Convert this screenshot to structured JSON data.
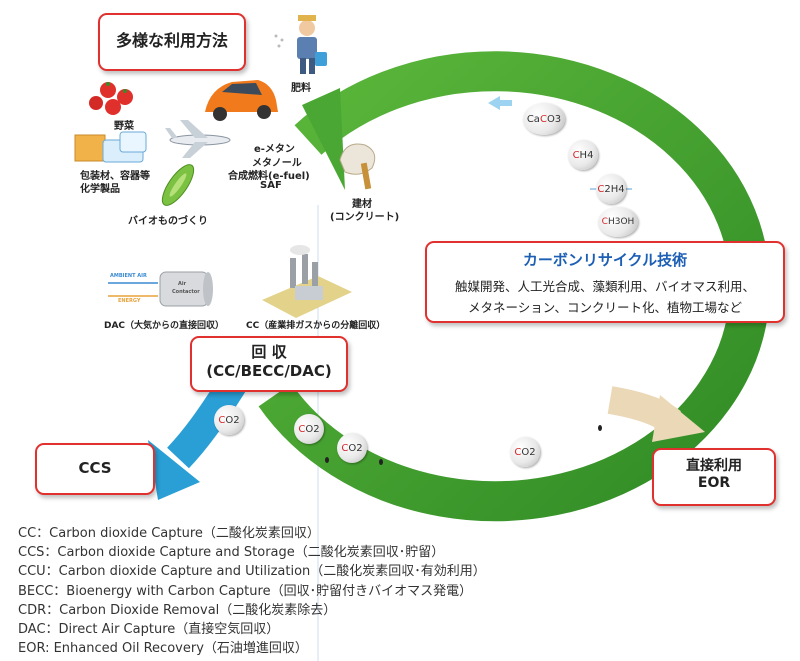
{
  "boxes": {
    "uses_title": "多様な利用方法",
    "recycle_title": "カーボンリサイクル技術",
    "recycle_line1": "触媒開発、人工光合成、藻類利用、バイオマス利用、",
    "recycle_line2": "メタネーション、コンクリート化、植物工場など",
    "capture_line1": "回 収",
    "capture_line2": "(CC/BECC/DAC)",
    "ccs": "CCS",
    "eor_line1": "直接利用",
    "eor_line2": "EOR"
  },
  "labels": {
    "fertilizer": "肥料",
    "vegetables": "野菜",
    "packaging_line1": "包装材、容器等",
    "packaging_line2": "化学製品",
    "bio": "バイオものづくり",
    "fuels_line1": "e-メタン",
    "fuels_line2": "メタノール",
    "fuels_line3": "合成燃料(e-fuel)",
    "fuels_line4": "SAF",
    "building_line1": "建材",
    "building_line2": "(コンクリート)",
    "dac": "DAC（大気からの直接回収）",
    "cc": "CC（産業排ガスからの分離回収）",
    "ambient_air": "AMBIENT AIR",
    "energy": "ENERGY",
    "air_contactor_1": "Air",
    "air_contactor_2": "Contactor"
  },
  "molecules": {
    "caco3_a": "Ca",
    "caco3_c": "C",
    "caco3_b": "O3",
    "ch4_c": "C",
    "ch4_b": "H4",
    "c2h4_c": "C",
    "c2h4_b": "2H4",
    "ch3oh_c": "C",
    "ch3oh_b": "H3OH",
    "co2_c": "C",
    "co2_b": "O2"
  },
  "legend": [
    "CC：Carbon dioxide Capture（二酸化炭素回収）",
    "CCS：Carbon dioxide Capture and Storage（二酸化炭素回収･貯留）",
    "CCU：Carbon dioxide Capture and Utilization（二酸化炭素回収･有効利用）",
    "BECC：Bioenergy with Carbon Capture（回収･貯留付きバイオマス発電）",
    "CDR：Carbon Dioxide Removal（二酸化炭素除去）",
    "DAC：Direct Air Capture（直接空気回収）",
    "EOR: Enhanced Oil Recovery（石油増進回収）"
  ],
  "colors": {
    "ring_green": "#3f9a2c",
    "ccs_arrow": "#2a9fd6",
    "eor_arrow": "#ead8b6",
    "box_border": "#e0312f",
    "recycle_title": "#1d5fb4"
  }
}
